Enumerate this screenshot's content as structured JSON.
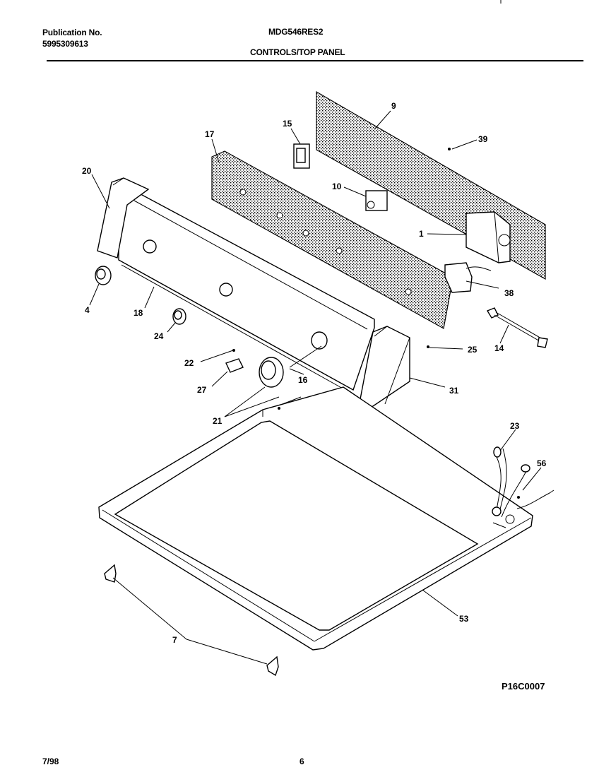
{
  "header": {
    "publication_label": "Publication No.",
    "publication_number": "5995309613",
    "model": "MDG546RES2",
    "section": "CONTROLS/TOP PANEL"
  },
  "diagram_code": "P16C0007",
  "footer": {
    "date": "7/98",
    "page": "6"
  },
  "callouts": {
    "p1": "1",
    "p4": "4",
    "p7": "7",
    "p9": "9",
    "p10": "10",
    "p14": "14",
    "p15": "15",
    "p16": "16",
    "p17": "17",
    "p18": "18",
    "p20": "20",
    "p21": "21",
    "p22": "22",
    "p23": "23",
    "p24": "24",
    "p25": "25",
    "p27": "27",
    "p31": "31",
    "p38": "38",
    "p39": "39",
    "p53": "53",
    "p56": "56"
  }
}
